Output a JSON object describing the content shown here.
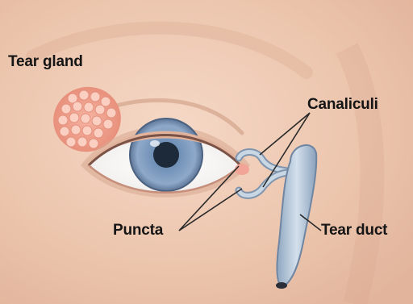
{
  "labels": {
    "tear_gland": "Tear gland",
    "canaliculi": "Canaliculi",
    "puncta": "Puncta",
    "tear_duct": "Tear duct"
  },
  "colors": {
    "skin": "#eec9b4",
    "iris": "#7f9cbf",
    "pupil": "#1d2a3a",
    "duct": "#a9bdd3",
    "gland": "#f0a796",
    "label_text": "#151515",
    "leader_line": "#2a2a2a"
  }
}
